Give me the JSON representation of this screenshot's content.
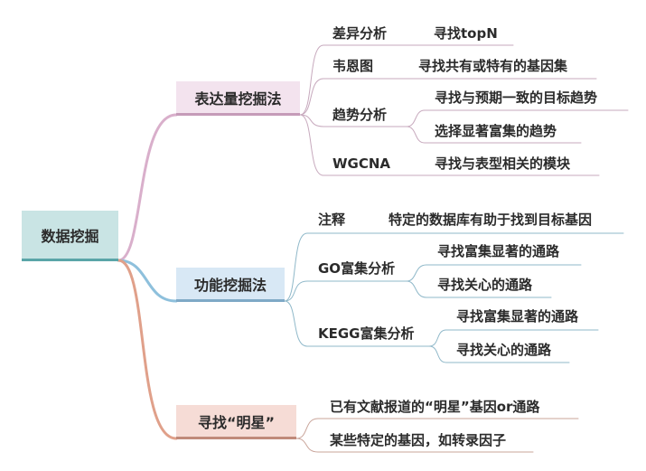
{
  "root": {
    "label": "数据挖掘",
    "color": "#c9e4e4",
    "border": "#5aa5a8"
  },
  "branches": [
    {
      "label": "表达量挖掘法",
      "color": "#f3e3ee",
      "border": "#c59bb8",
      "children": [
        {
          "label": "差异分析",
          "leaves": [
            "寻找topN"
          ]
        },
        {
          "label": "韦恩图",
          "leaves": [
            "寻找共有或特有的基因集"
          ]
        },
        {
          "label": "趋势分析",
          "leaves": [
            "寻找与预期一致的目标趋势",
            "选择显著富集的趋势"
          ]
        },
        {
          "label": "WGCNA",
          "leaves": [
            "寻找与表型相关的模块"
          ]
        }
      ]
    },
    {
      "label": "功能挖掘法",
      "color": "#d8e8f5",
      "border": "#7fa9c6",
      "children": [
        {
          "label": "注释",
          "leaves": [
            "特定的数据库有助于找到目标基因"
          ]
        },
        {
          "label": "GO富集分析",
          "leaves": [
            "寻找富集显著的通路",
            "寻找关心的通路"
          ]
        },
        {
          "label": "KEGG富集分析",
          "leaves": [
            "寻找富集显著的通路",
            "寻找关心的通路"
          ]
        }
      ]
    },
    {
      "label": "寻找“明星”",
      "color": "#f6dcd6",
      "border": "#c08a7a",
      "leaves": [
        "已有文献报道的“明星”基因or通路",
        "某些特定的基因，如转录因子"
      ]
    }
  ]
}
